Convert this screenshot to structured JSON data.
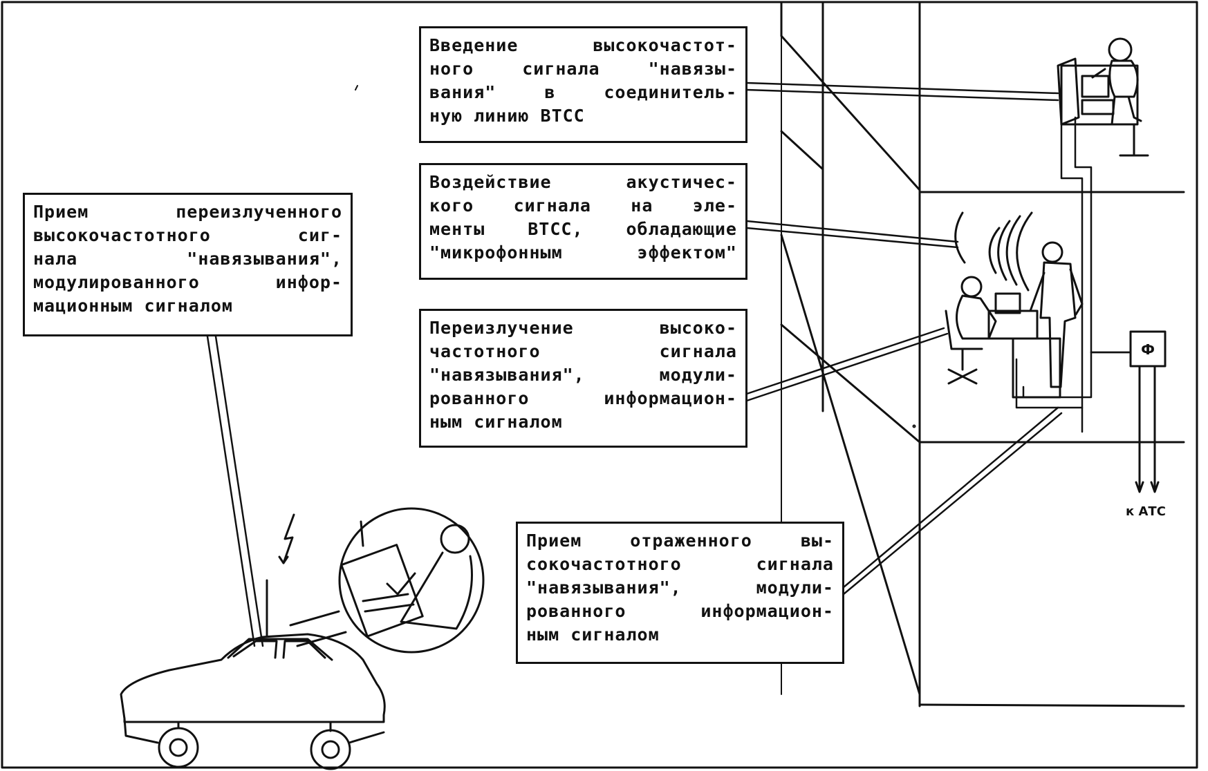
{
  "callouts": {
    "injection": {
      "lines": [
        "Введение высокочастот-",
        "ного сигнала \"навязы-",
        "вания\" в соединитель-",
        "ную линию ВТСС"
      ]
    },
    "acoustic": {
      "lines": [
        "Воздействие акустичес-",
        "кого сигнала на эле-",
        "менты ВТСС, обладающие",
        "\"микрофонным эффектом\""
      ]
    },
    "reradiation": {
      "lines": [
        "Переизлучение высоко-",
        "частотного сигнала",
        "\"навязывания\", модули-",
        "рованного информацион-",
        "ным сигналом"
      ]
    },
    "reception_reradiated": {
      "lines": [
        "Прием переизлученного",
        "высокочастотного сиг-",
        "нала \"навязывания\",",
        "модулированного инфор-",
        "мационным сигналом"
      ]
    },
    "reception_reflected": {
      "lines": [
        "Прием отраженного вы-",
        "сокочастотного сигнала",
        "\"навязывания\", модули-",
        "рованного информацион-",
        "ным сигналом"
      ]
    }
  },
  "labels": {
    "to_ats": "к АТС",
    "filter": "Ф"
  }
}
